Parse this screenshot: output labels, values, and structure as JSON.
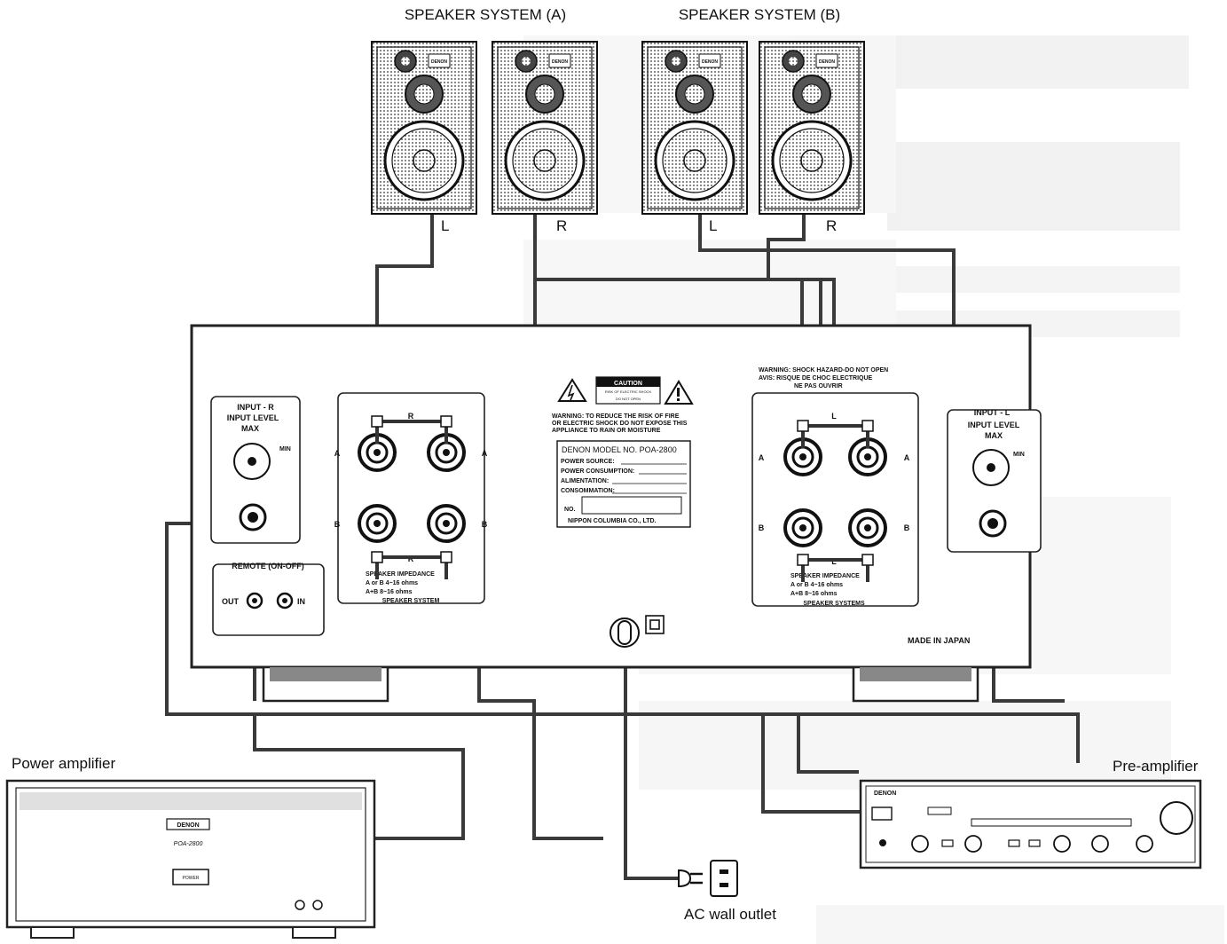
{
  "speakers": {
    "system_a_label": "SPEAKER SYSTEM (A)",
    "system_b_label": "SPEAKER SYSTEM (B)",
    "left_marker": "L",
    "right_marker": "R",
    "cabinet_brand": "DENON"
  },
  "amp_rear": {
    "input_r": {
      "title": "INPUT - R",
      "sub": "INPUT LEVEL",
      "max": "MAX",
      "min": "MIN"
    },
    "input_l": {
      "title": "INPUT - L",
      "sub": "INPUT LEVEL",
      "max": "MAX",
      "min": "MIN"
    },
    "remote": {
      "title": "REMOTE (ON-OFF)",
      "out": "OUT",
      "in": "IN"
    },
    "terminal_r": {
      "letter": "R",
      "impedance_title": "SPEAKER IMPEDANCE",
      "line1": "A or B 4~16 ohms",
      "line2": "A+B 8~16 ohms",
      "footer": "SPEAKER SYSTEM"
    },
    "terminal_l": {
      "letter": "L",
      "impedance_title": "SPEAKER IMPEDANCE",
      "line1": "A or B 4~16 ohms",
      "line2": "A+B 8~16 ohms",
      "footer": "SPEAKER SYSTEMS"
    },
    "tag_a": "A",
    "tag_b": "B",
    "caution": {
      "title": "CAUTION",
      "line1": "RISK OF ELECTRIC SHOCK",
      "line2": "DO NOT OPEN",
      "warning1": "WARNING: TO REDUCE THE RISK OF FIRE",
      "warning2": "OR ELECTRIC SHOCK DO NOT EXPOSE THIS",
      "warning3": "APPLIANCE TO RAIN OR MOISTURE"
    },
    "plate": {
      "model": "DENON MODEL NO. POA-2800",
      "power_source": "POWER SOURCE:",
      "consumption": "POWER CONSUMPTION:",
      "alimentation": "ALIMENTATION:",
      "consommation": "CONSOMMATION:",
      "no": "NO.",
      "maker": "NIPPON COLUMBIA CO., LTD."
    },
    "warning_right1": "WARNING: SHOCK HAZARD-DO NOT OPEN",
    "warning_right2": "AVIS: RISQUE DE CHOC ELECTRIQUE",
    "warning_right3": "NE PAS OUVRIR",
    "made_in": "MADE IN JAPAN"
  },
  "devices": {
    "power_amp_label": "Power amplifier",
    "pre_amp_label": "Pre-amplifier",
    "ac_outlet_label": "AC wall outlet",
    "power_amp_brand": "DENON",
    "power_amp_model": "POA-2800",
    "power_amp_button": "POWER",
    "pre_amp_brand": "DENON"
  }
}
